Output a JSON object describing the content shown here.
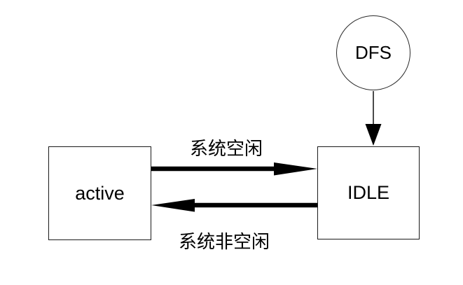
{
  "diagram": {
    "background_color": "#ffffff",
    "line_color": "#000000",
    "nodes": {
      "dfs": {
        "label": "DFS",
        "shape": "circle"
      },
      "active": {
        "label": "active",
        "shape": "rectangle"
      },
      "idle": {
        "label": "IDLE",
        "shape": "rectangle"
      }
    },
    "edges": {
      "dfs_to_idle": {
        "from": "DFS",
        "to": "IDLE",
        "label": ""
      },
      "active_to_idle": {
        "from": "active",
        "to": "IDLE",
        "label": "系统空闲"
      },
      "idle_to_active": {
        "from": "IDLE",
        "to": "active",
        "label": "系统非空闲"
      }
    }
  }
}
